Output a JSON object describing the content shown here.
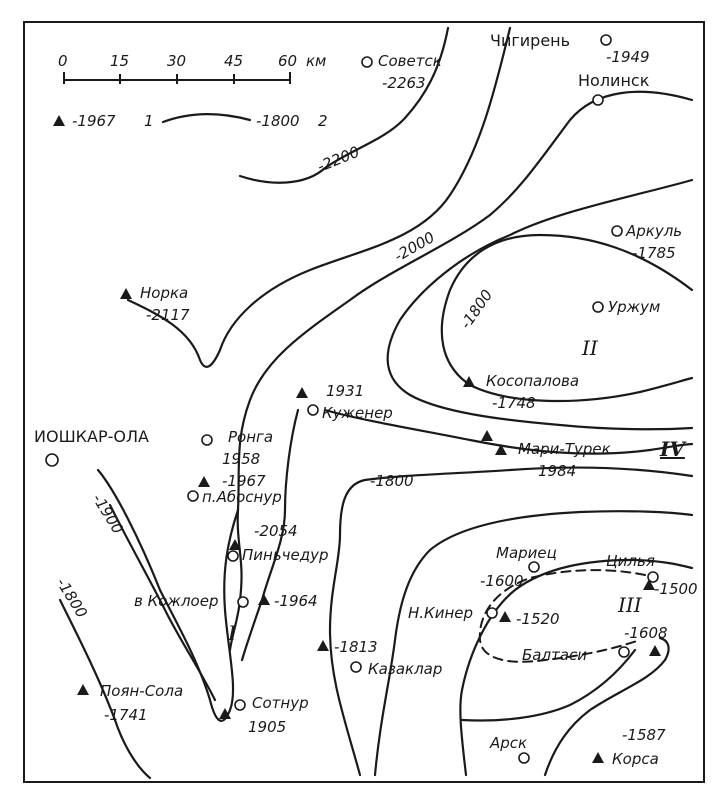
{
  "scale_bar": {
    "ticks": [
      "0",
      "15",
      "30",
      "45",
      "60"
    ],
    "unit": "км"
  },
  "legend": {
    "well_value": "-1967",
    "well_index": "1",
    "isoline_value": "-1800",
    "isoline_index": "2"
  },
  "isolines": {
    "i2200": "-2200",
    "i2000": "-2000",
    "i1800_ne": "-1800",
    "i1800_c": "-1800",
    "i1900": "-1900",
    "i1800_w": "-1800",
    "i1600": "-1600"
  },
  "zones": {
    "I": "I",
    "II": "II",
    "III": "III",
    "IV": "IV"
  },
  "places": {
    "sovetsk": "Советск",
    "sovetsk_val": "-2263",
    "chigiren": "Чигирень",
    "chigiren_val": "-1949",
    "nolinsk": "Нолинск",
    "norka": "Норка",
    "norka_val": "-2117",
    "arkul": "Аркуль",
    "arkul_val": "-1785",
    "urzhum": "Уржум",
    "kosopalova": "Косопалова",
    "kosopalova_val": "-1748",
    "kuzhener": "Куженер",
    "kuzhener_val": "1931",
    "yoshkar": "ИОШКАР-ОЛА",
    "ronga": "Ронга",
    "ronga_val": "1958",
    "abosnur_val": "-1967",
    "abosnur": "п.Абоснур",
    "mari_turek": "Мари-Турек",
    "mari_turek_val": "1984",
    "p2054": "-2054",
    "pinchedur": "Пиньчедур",
    "kozhloer": "в Кожлоер",
    "kozhloer_val": "-1964",
    "v1813": "-1813",
    "kazaklar": "Казаклар",
    "poyan": "Поян-Сола",
    "poyan_val": "-1741",
    "sotnur": "Сотнур",
    "sotnur_val": "1905",
    "mariets": "Мариец",
    "tsilya": "Цилья",
    "tsilya_val": "-1500",
    "nkiner": "Н.Кинер",
    "nkiner_val": "-1520",
    "v1608": "-1608",
    "baltasi": "Балтаси",
    "arsk": "Арск",
    "korsa": "Корса",
    "korsa_val": "-1587"
  }
}
